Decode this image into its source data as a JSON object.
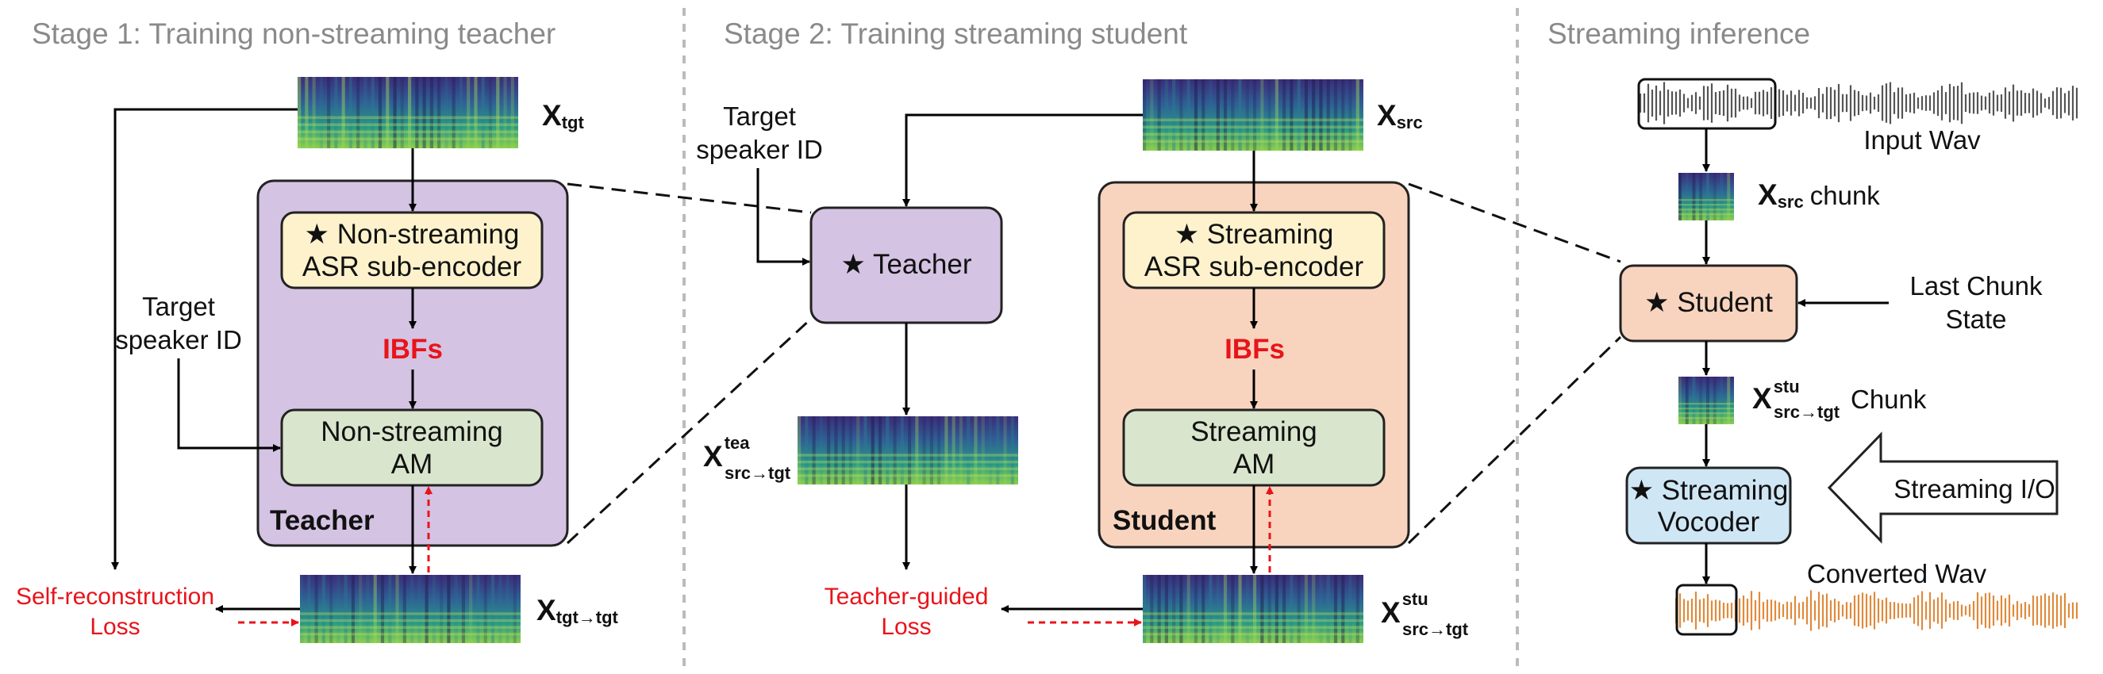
{
  "stages": {
    "stage1_title": "Stage 1: Training non-streaming teacher",
    "stage2_title": "Stage 2: Training streaming student",
    "stage3_title": "Streaming inference"
  },
  "stage1": {
    "input_symbol": "X",
    "input_sub": "tgt",
    "teacher_tag": "Teacher",
    "encoder_line1": "★ Non-streaming",
    "encoder_line2": "ASR sub-encoder",
    "ibfs": "IBFs",
    "am_line1": "Non-streaming",
    "am_line2": "AM",
    "speaker_line1": "Target",
    "speaker_line2": "speaker ID",
    "output_symbol": "X",
    "output_sub": "tgt→tgt",
    "loss_line1": "Self-reconstruction",
    "loss_line2": "Loss"
  },
  "stage2": {
    "speaker_line1": "Target",
    "speaker_line2": "speaker ID",
    "teacher_box": "★ Teacher",
    "input_symbol": "X",
    "input_sub": "src",
    "student_tag": "Student",
    "encoder_line1": "★ Streaming",
    "encoder_line2": "ASR sub-encoder",
    "ibfs": "IBFs",
    "am_line1": "Streaming",
    "am_line2": "AM",
    "tea_symbol": "X",
    "tea_sup": "tea",
    "tea_sub": "src→tgt",
    "stu_symbol": "X",
    "stu_sup": "stu",
    "stu_sub": "src→tgt",
    "loss_line1": "Teacher-guided",
    "loss_line2": "Loss"
  },
  "stage3": {
    "input_wav": "Input Wav",
    "chunk_symbol": "X",
    "chunk_sub": "src",
    "chunk_label": "chunk",
    "student_box": "★ Student",
    "state_line1": "Last Chunk",
    "state_line2": "State",
    "out_symbol": "X",
    "out_sup": "stu",
    "out_sub": "src→tgt",
    "out_label": "Chunk",
    "vocoder_line1": "★ Streaming",
    "vocoder_line2": "Vocoder",
    "streaming_io": "Streaming I/O",
    "converted_wav": "Converted Wav"
  },
  "colors": {
    "teacher_fill": "#d4c3e3",
    "student_fill": "#f8d4bf",
    "encoder_fill": "#fdf2cc",
    "am_fill": "#d9e6cd",
    "vocoder_fill": "#cfe6f5",
    "loss_red": "#e8141a",
    "input_wave": "#555555",
    "output_wave": "#e08a3c",
    "divider": "#bbbbbb"
  }
}
